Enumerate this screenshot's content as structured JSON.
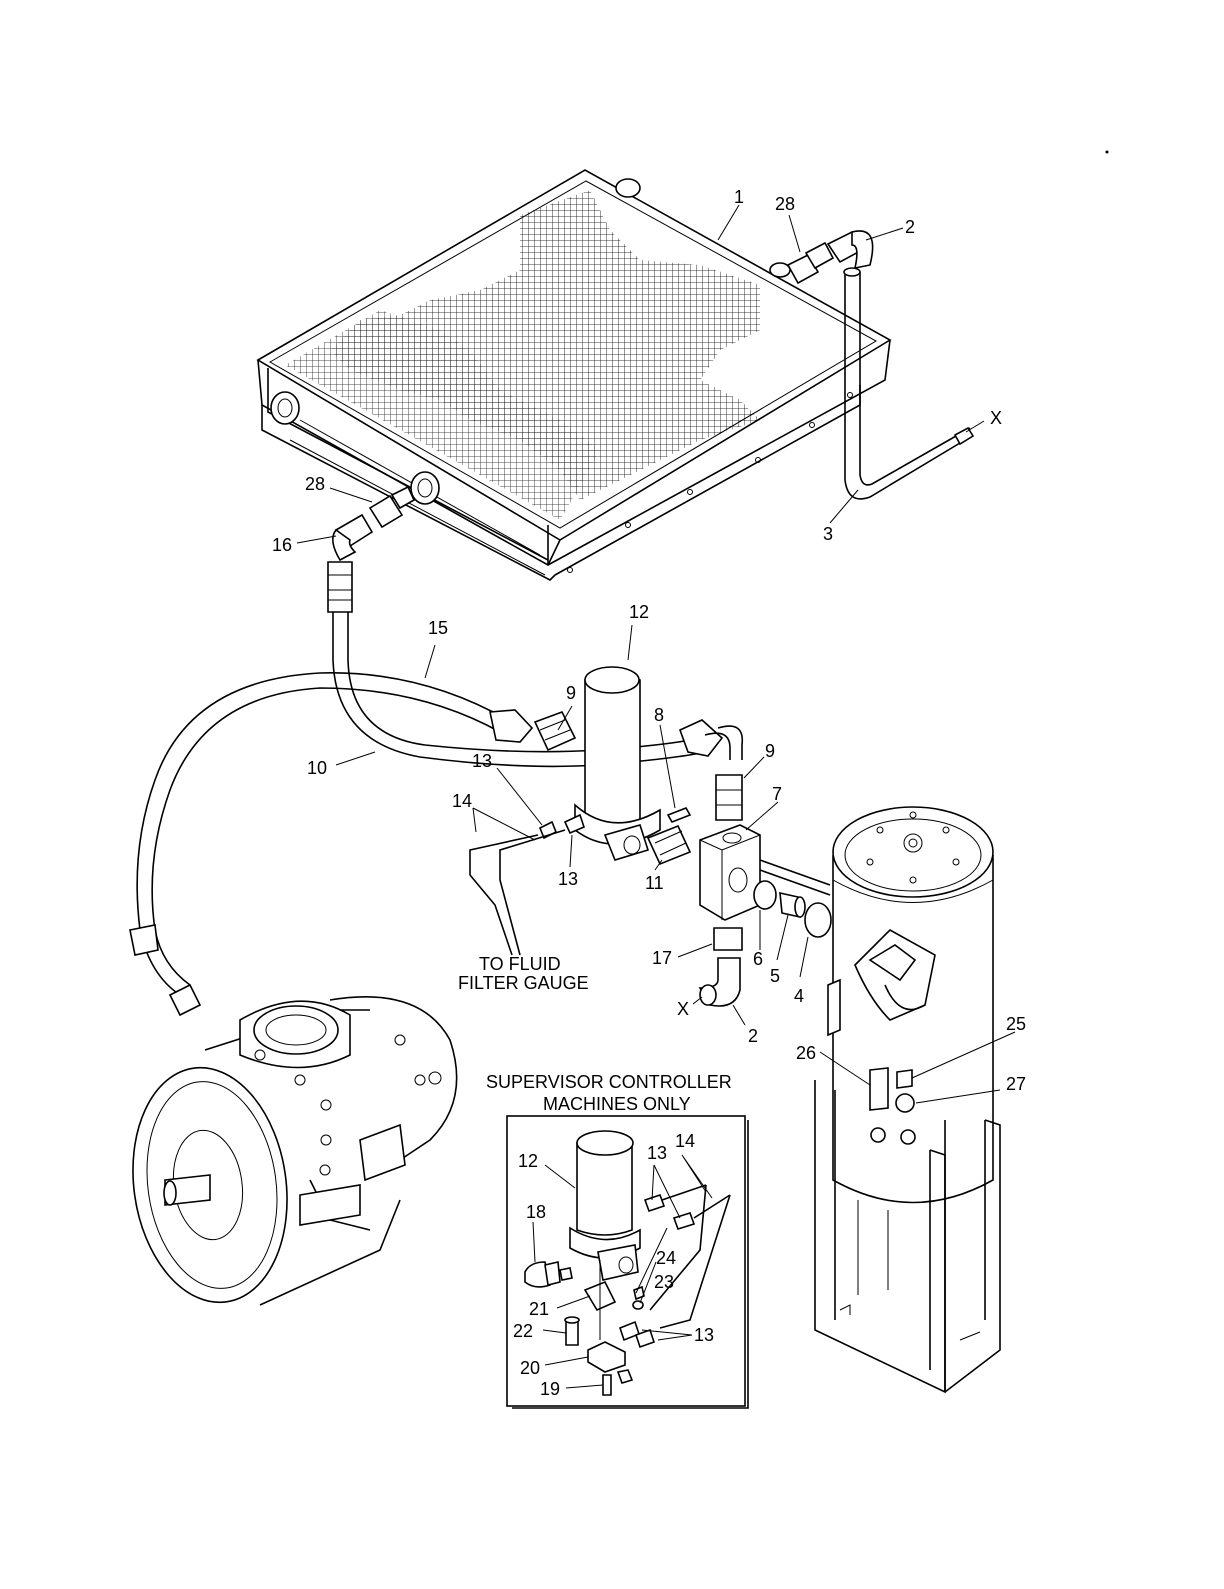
{
  "callouts": {
    "c1": "1",
    "c2a": "2",
    "c2b": "2",
    "c3": "3",
    "c4": "4",
    "c5": "5",
    "c6": "6",
    "c7": "7",
    "c8": "8",
    "c9a": "9",
    "c9b": "9",
    "c10": "10",
    "c11": "11",
    "c12a": "12",
    "c12b": "12",
    "c13a": "13",
    "c13b": "13",
    "c13c": "13",
    "c13d": "13",
    "c14a": "14",
    "c14b": "14",
    "c15": "15",
    "c16": "16",
    "c17": "17",
    "c18": "18",
    "c19": "19",
    "c20": "20",
    "c21": "21",
    "c22": "22",
    "c23": "23",
    "c24": "24",
    "c25": "25",
    "c26": "26",
    "c27": "27",
    "c28a": "28",
    "c28b": "28",
    "xa": "X",
    "xb": "X"
  },
  "notes": {
    "gauge_line1": "TO FLUID",
    "gauge_line2": "FILTER GAUGE",
    "inset_line1": "SUPERVISOR  CONTROLLER",
    "inset_line2": "MACHINES ONLY"
  }
}
